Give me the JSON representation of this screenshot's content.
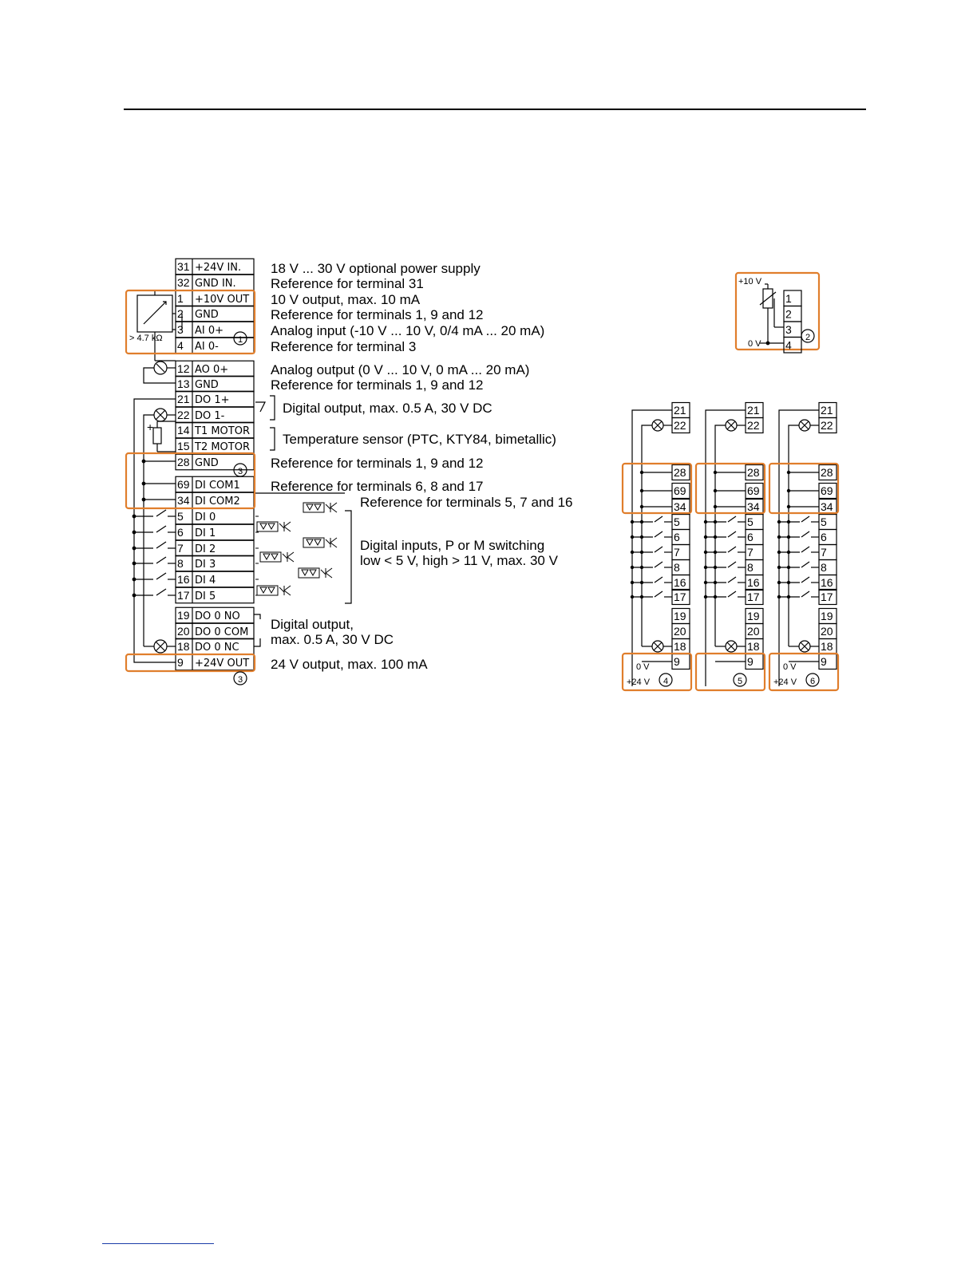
{
  "colors": {
    "highlight": "#e07e2c",
    "line": "#000000"
  },
  "main_terminals": [
    {
      "id": "31",
      "label": "+24V IN."
    },
    {
      "id": "32",
      "label": "GND IN."
    },
    {
      "id": "1",
      "label": "+10V OUT"
    },
    {
      "id": "2",
      "label": "GND"
    },
    {
      "id": "3",
      "label": "AI 0+"
    },
    {
      "id": "4",
      "label": "AI 0-"
    },
    {
      "id": "12",
      "label": "AO 0+"
    },
    {
      "id": "13",
      "label": "GND"
    },
    {
      "id": "21",
      "label": "DO 1+"
    },
    {
      "id": "22",
      "label": "DO 1-"
    },
    {
      "id": "14",
      "label": "T1 MOTOR"
    },
    {
      "id": "15",
      "label": "T2 MOTOR"
    },
    {
      "id": "28",
      "label": "GND"
    },
    {
      "id": "69",
      "label": "DI COM1"
    },
    {
      "id": "34",
      "label": "DI COM2"
    },
    {
      "id": "5",
      "label": "DI 0"
    },
    {
      "id": "6",
      "label": "DI 1"
    },
    {
      "id": "7",
      "label": "DI 2"
    },
    {
      "id": "8",
      "label": "DI 3"
    },
    {
      "id": "16",
      "label": "DI 4"
    },
    {
      "id": "17",
      "label": "DI 5"
    },
    {
      "id": "19",
      "label": "DO 0 NO"
    },
    {
      "id": "20",
      "label": "DO 0 COM"
    },
    {
      "id": "18",
      "label": "DO 0 NC"
    },
    {
      "id": "9",
      "label": "+24V OUT"
    }
  ],
  "descriptions": {
    "t31": "18 V ... 30 V optional power supply",
    "t32": "Reference for terminal 31",
    "t1": "10 V output, max. 10 mA",
    "t2": "Reference for terminals 1, 9 and 12",
    "t3": "Analog input (-10 V ... 10 V, 0/4 mA ... 20 mA)",
    "t4": "Reference for terminal 3",
    "t12": "Analog output (0 V ... 10 V, 0 mA ... 20 mA)",
    "t13": "Reference for terminals 1, 9 and 12",
    "do1": "Digital output, max. 0.5 A, 30 V DC",
    "temp": "Temperature sensor (PTC, KTY84, bimetallic)",
    "t28": "Reference for terminals 1, 9 and 12",
    "t69": "Reference for terminals 6, 8 and 17",
    "t34": "Reference for terminals 5, 7 and 16",
    "di_line1": "Digital inputs, P or M switching",
    "di_line2": "low < 5 V, high > 11 V, max. 30 V",
    "do0_line1": "Digital output,",
    "do0_line2": "max. 0.5 A, 30 V DC",
    "t9": "24 V output, max. 100 mA"
  },
  "annotations": {
    "resistance": "> 4.7 kΩ",
    "callout_1": "1",
    "callout_2": "2",
    "callout_3": "3",
    "callout_4": "4",
    "callout_5": "5",
    "callout_6": "6",
    "plus_sign": "+"
  },
  "potentiometer_inset": {
    "voltage_top": "+10 V",
    "voltage_bottom": "0 V",
    "terminals": [
      "1",
      "2",
      "3",
      "4"
    ]
  },
  "switching_variants": {
    "terminals": [
      "21",
      "22",
      "28",
      "69",
      "34",
      "5",
      "6",
      "7",
      "8",
      "16",
      "17",
      "19",
      "20",
      "18",
      "9"
    ],
    "variant_4": {
      "label_0v": "0 V",
      "label_24v": "+24 V"
    },
    "variant_6": {
      "label_0v": "0 V",
      "label_24v": "+24 V"
    }
  }
}
